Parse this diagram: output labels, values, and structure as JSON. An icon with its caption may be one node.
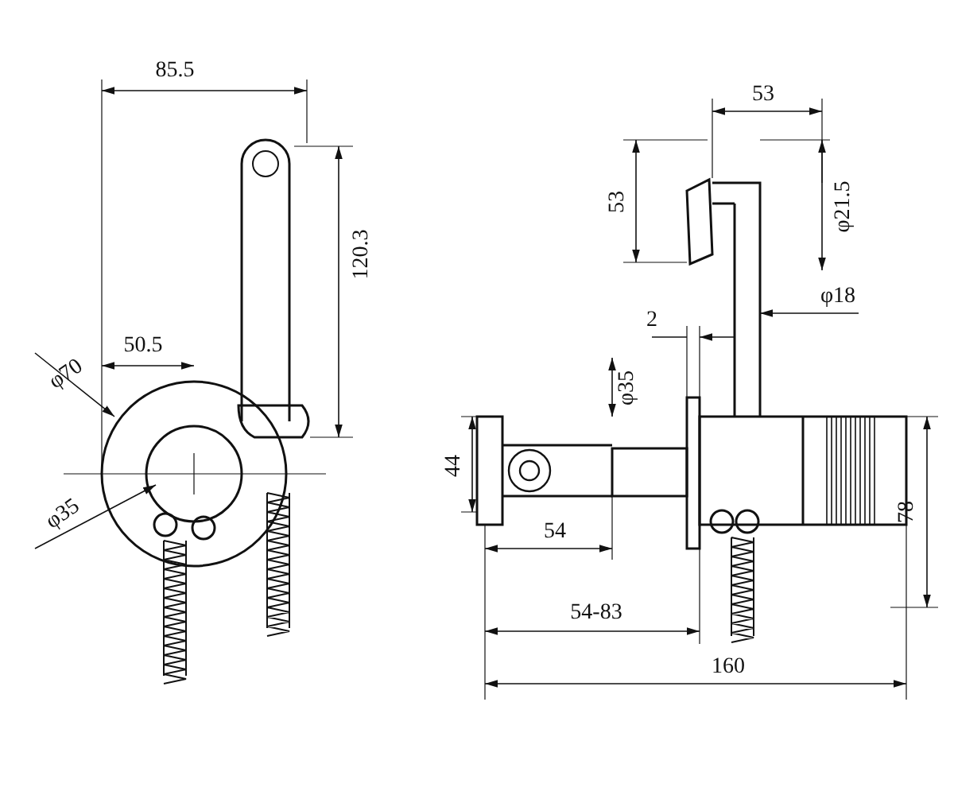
{
  "diagram": {
    "labels": [
      "85.5",
      "120.3",
      "50.5",
      "φ70",
      "φ35",
      "53",
      "53",
      "φ21.5",
      "φ18",
      "2",
      "φ35",
      "44",
      "54",
      "78",
      "54-83",
      "160"
    ]
  }
}
